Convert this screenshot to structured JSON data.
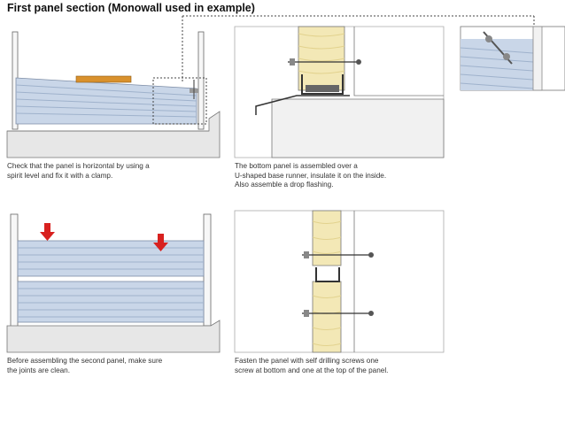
{
  "heading": "First panel section (Monowall used in example)",
  "captions": {
    "step1": "Check that the panel is horizontal by using a\nspirit level and fix it with a clamp.",
    "step2": "The bottom panel is assembled over a\nU-shaped base runner, insulate it on the inside.\nAlso assemble a drop flashing.",
    "step3": "Before assembling the second panel, make sure\nthe joints are clean.",
    "step4": "Fasten the panel with self drilling screws one\nscrew at bottom and one at the top of the panel."
  },
  "colors": {
    "panel_fill": "#c9d6e8",
    "panel_stripe": "#9fb2cc",
    "insulation": "#f3e8b6",
    "arrow": "#d8211f",
    "spirit_level": "#d9912d",
    "line": "#555555"
  },
  "icons": {
    "arrow": "arrow-down-icon",
    "screw": "screw-icon",
    "clamp": "clamp-icon"
  }
}
